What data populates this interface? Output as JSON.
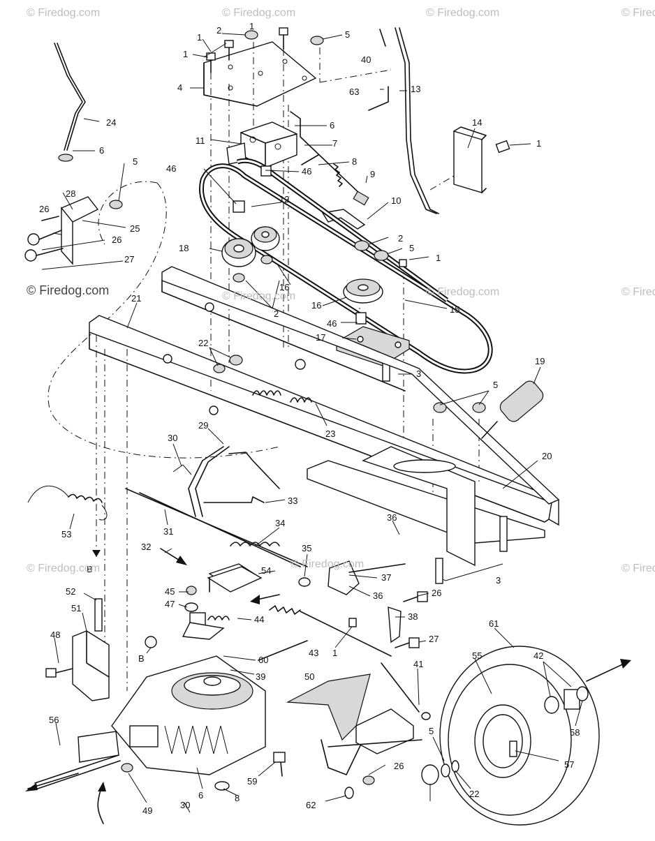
{
  "watermarks": {
    "top_left": "© Firedog.com",
    "top_middle": "© Firedog.com",
    "top_right": "© Firedog.com",
    "top_far_right": "© Firedog",
    "mid_left": "© Firedog.com",
    "mid_center": "© Firedog.com",
    "mid_right": "© Firedog.com",
    "mid_far_right": "© Firedog",
    "low_left": "© Firedog.com",
    "low_center": "© Firedog.com",
    "low_far_right": "© Firedog"
  },
  "callouts": [
    {
      "id": "c1a",
      "text": "1"
    },
    {
      "id": "c2a",
      "text": "2"
    },
    {
      "id": "c1b",
      "text": "1"
    },
    {
      "id": "c5a",
      "text": "5"
    },
    {
      "id": "c1c",
      "text": "1"
    },
    {
      "id": "c40",
      "text": "40"
    },
    {
      "id": "c4",
      "text": "4"
    },
    {
      "id": "c63",
      "text": "63"
    },
    {
      "id": "c13",
      "text": "13"
    },
    {
      "id": "c24",
      "text": "24"
    },
    {
      "id": "c6a",
      "text": "6"
    },
    {
      "id": "c11",
      "text": "11"
    },
    {
      "id": "c7",
      "text": "7"
    },
    {
      "id": "c14",
      "text": "14"
    },
    {
      "id": "c1d",
      "text": "1"
    },
    {
      "id": "c6b",
      "text": "6"
    },
    {
      "id": "c8a",
      "text": "8"
    },
    {
      "id": "c9",
      "text": "9"
    },
    {
      "id": "c46a",
      "text": "46"
    },
    {
      "id": "c46b",
      "text": "46"
    },
    {
      "id": "c5b",
      "text": "5"
    },
    {
      "id": "c28",
      "text": "28"
    },
    {
      "id": "c12",
      "text": "12"
    },
    {
      "id": "c10",
      "text": "10"
    },
    {
      "id": "c26a",
      "text": "26"
    },
    {
      "id": "c25",
      "text": "25"
    },
    {
      "id": "c26b",
      "text": "26"
    },
    {
      "id": "c18",
      "text": "18"
    },
    {
      "id": "c2b",
      "text": "2"
    },
    {
      "id": "c5c",
      "text": "5"
    },
    {
      "id": "c1e",
      "text": "1"
    },
    {
      "id": "c27a",
      "text": "27"
    },
    {
      "id": "c16a",
      "text": "16"
    },
    {
      "id": "c2c",
      "text": "2"
    },
    {
      "id": "c16b",
      "text": "16"
    },
    {
      "id": "c15",
      "text": "15"
    },
    {
      "id": "c21",
      "text": "21"
    },
    {
      "id": "c46c",
      "text": "46"
    },
    {
      "id": "c17",
      "text": "17"
    },
    {
      "id": "c22a",
      "text": "22"
    },
    {
      "id": "c19",
      "text": "19"
    },
    {
      "id": "c3a",
      "text": "3"
    },
    {
      "id": "c5d",
      "text": "5"
    },
    {
      "id": "c23",
      "text": "23"
    },
    {
      "id": "c29",
      "text": "29"
    },
    {
      "id": "c30a",
      "text": "30"
    },
    {
      "id": "c20",
      "text": "20"
    },
    {
      "id": "c33",
      "text": "33"
    },
    {
      "id": "c53",
      "text": "53"
    },
    {
      "id": "c31",
      "text": "31"
    },
    {
      "id": "c34",
      "text": "34"
    },
    {
      "id": "c36a",
      "text": "36"
    },
    {
      "id": "c32",
      "text": "32"
    },
    {
      "id": "c35",
      "text": "35"
    },
    {
      "id": "cB1",
      "text": "B"
    },
    {
      "id": "c54",
      "text": "54"
    },
    {
      "id": "c37",
      "text": "37"
    },
    {
      "id": "c3b",
      "text": "3"
    },
    {
      "id": "c52",
      "text": "52"
    },
    {
      "id": "c45",
      "text": "45"
    },
    {
      "id": "c36b",
      "text": "36"
    },
    {
      "id": "c26c",
      "text": "26"
    },
    {
      "id": "c47",
      "text": "47"
    },
    {
      "id": "c51",
      "text": "51"
    },
    {
      "id": "c38",
      "text": "38"
    },
    {
      "id": "c44",
      "text": "44"
    },
    {
      "id": "c61",
      "text": "61"
    },
    {
      "id": "c27b",
      "text": "27"
    },
    {
      "id": "c1f",
      "text": "1"
    },
    {
      "id": "c48",
      "text": "48"
    },
    {
      "id": "cB2",
      "text": "B"
    },
    {
      "id": "c43",
      "text": "43"
    },
    {
      "id": "c60",
      "text": "60"
    },
    {
      "id": "c55",
      "text": "55"
    },
    {
      "id": "c42",
      "text": "42"
    },
    {
      "id": "c39",
      "text": "39"
    },
    {
      "id": "c41",
      "text": "41"
    },
    {
      "id": "c50",
      "text": "50"
    },
    {
      "id": "c56",
      "text": "56"
    },
    {
      "id": "c58",
      "text": "58"
    },
    {
      "id": "c5e",
      "text": "5"
    },
    {
      "id": "c26d",
      "text": "26"
    },
    {
      "id": "c59",
      "text": "59"
    },
    {
      "id": "c57",
      "text": "57"
    },
    {
      "id": "c22b",
      "text": "22"
    },
    {
      "id": "c49",
      "text": "49"
    },
    {
      "id": "c6c",
      "text": "6"
    },
    {
      "id": "c8b",
      "text": "8"
    },
    {
      "id": "c30b",
      "text": "30"
    },
    {
      "id": "c62",
      "text": "62"
    }
  ]
}
